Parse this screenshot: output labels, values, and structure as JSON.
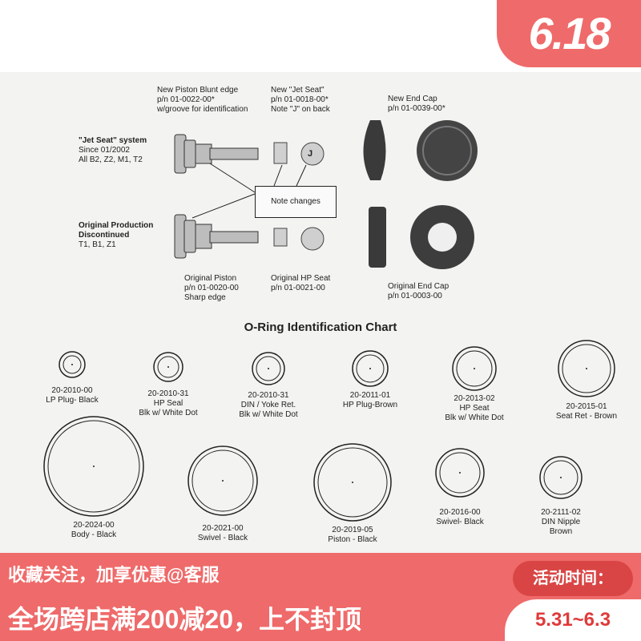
{
  "promo": {
    "badge": "6.18",
    "line1": "收藏关注，加享优惠@客服",
    "line2": "全场跨店满200减20，上不封顶",
    "activity_label": "活动时间：",
    "dates": "5.31~6.3",
    "accent": "#ef6a6a"
  },
  "parts": {
    "new_piston": [
      "New Piston Blunt edge",
      "p/n 01-0022-00*",
      "w/groove for identification"
    ],
    "new_jet_seat": [
      "New \"Jet Seat\"",
      "p/n 01-0018-00*",
      "Note \"J\" on back"
    ],
    "new_end_cap": [
      "New End Cap",
      "p/n 01-0039-00*"
    ],
    "jet_seat_system": [
      "\"Jet Seat\" system",
      "Since 01/2002",
      "All B2, Z2, M1, T2"
    ],
    "original_production": [
      "Original Production",
      "Discontinued",
      "T1, B1, Z1"
    ],
    "note_changes": "Note changes",
    "original_piston": [
      "Original Piston",
      "p/n 01-0020-00",
      "Sharp edge"
    ],
    "original_hp_seat": [
      "Original HP Seat",
      "p/n 01-0021-00"
    ],
    "original_end_cap": [
      "Original End Cap",
      "p/n 01-0003-00"
    ],
    "jet_letter": "J"
  },
  "chart_title": "O-Ring Identification Chart",
  "orings": [
    [
      "20-2010-00",
      "LP Plug- Black"
    ],
    [
      "20-2010-31",
      "HP Seal",
      "Blk w/ White Dot"
    ],
    [
      "20-2010-31",
      "DIN / Yoke Ret.",
      "Blk w/ White Dot"
    ],
    [
      "20-2011-01",
      "HP Plug-Brown"
    ],
    [
      "20-2013-02",
      "HP Seat",
      "Blk w/ White Dot"
    ],
    [
      "20-2015-01",
      "Seat Ret - Brown"
    ],
    [
      "20-2024-00",
      "Body - Black"
    ],
    [
      "20-2021-00",
      "Swivel - Black"
    ],
    [
      "20-2019-05",
      "Piston - Black"
    ],
    [
      "20-2016-00",
      "Swivel- Black"
    ],
    [
      "20-2111-02",
      "DIN Nipple",
      "Brown"
    ]
  ]
}
